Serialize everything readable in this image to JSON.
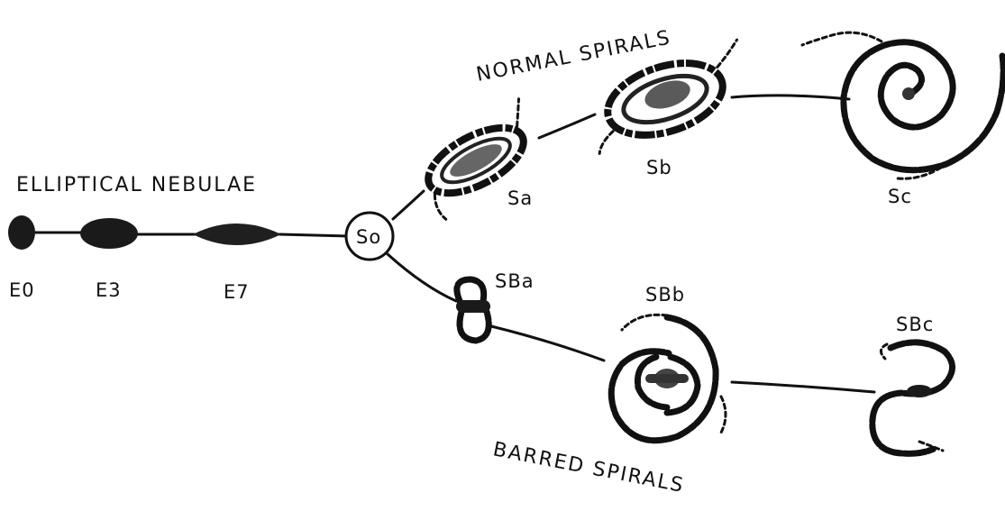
{
  "titles": {
    "elliptical": "ELLIPTICAL NEBULAE",
    "normal": "NORMAL SPIRALS",
    "barred": "BARRED SPIRALS"
  },
  "labels": {
    "e0": "E0",
    "e3": "E3",
    "e7": "E7",
    "s0": "So",
    "sa": "Sa",
    "sb": "Sb",
    "sc": "Sc",
    "sba": "SBa",
    "sbb": "SBb",
    "sbc": "SBc"
  }
}
